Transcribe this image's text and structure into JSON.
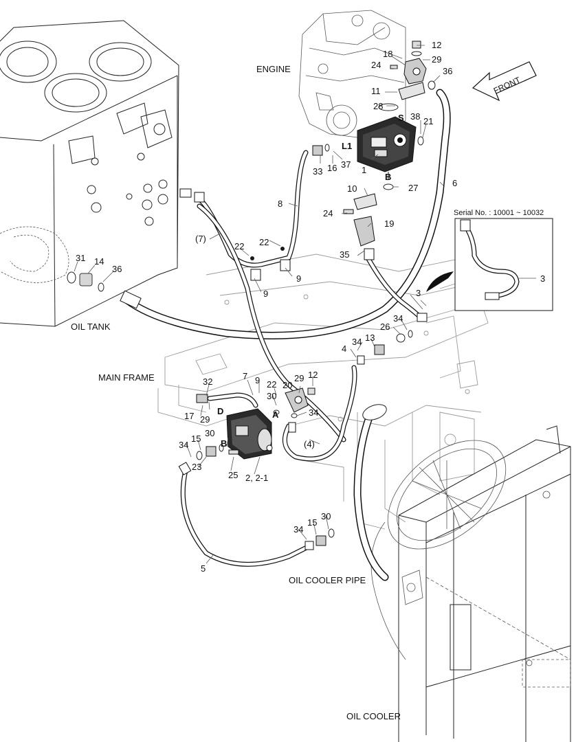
{
  "captions": {
    "engine": "ENGINE",
    "front": "FRONT",
    "oil_tank": "OIL TANK",
    "main_frame": "MAIN FRAME",
    "oil_cooler_pipe": "OIL COOLER PIPE",
    "oil_cooler": "OIL COOLER",
    "serial": "Serial No. : 10001 ~ 10032"
  },
  "ports": {
    "S": "S",
    "L1": "L1",
    "B_top": "B",
    "A": "A",
    "B_pump": "B",
    "D": "D"
  },
  "parts": [
    {
      "id": "n12a",
      "text": "12"
    },
    {
      "id": "n29a",
      "text": "29"
    },
    {
      "id": "n18",
      "text": "18"
    },
    {
      "id": "n24a",
      "text": "24"
    },
    {
      "id": "n36a",
      "text": "36"
    },
    {
      "id": "n11",
      "text": "11"
    },
    {
      "id": "n28",
      "text": "28"
    },
    {
      "id": "n38",
      "text": "38"
    },
    {
      "id": "n21",
      "text": "21"
    },
    {
      "id": "n33",
      "text": "33"
    },
    {
      "id": "n16",
      "text": "16"
    },
    {
      "id": "n37",
      "text": "37"
    },
    {
      "id": "n1",
      "text": "1"
    },
    {
      "id": "n27",
      "text": "27"
    },
    {
      "id": "n6",
      "text": "6"
    },
    {
      "id": "n10",
      "text": "10"
    },
    {
      "id": "n8",
      "text": "8"
    },
    {
      "id": "n24b",
      "text": "24"
    },
    {
      "id": "n19",
      "text": "19"
    },
    {
      "id": "n7p",
      "text": "(7)"
    },
    {
      "id": "n22a",
      "text": "22"
    },
    {
      "id": "n22b",
      "text": "22"
    },
    {
      "id": "n35",
      "text": "35"
    },
    {
      "id": "n31",
      "text": "31"
    },
    {
      "id": "n14",
      "text": "14"
    },
    {
      "id": "n36b",
      "text": "36"
    },
    {
      "id": "n9a",
      "text": "9"
    },
    {
      "id": "n9b",
      "text": "9"
    },
    {
      "id": "n3a",
      "text": "3"
    },
    {
      "id": "n3b",
      "text": "3"
    },
    {
      "id": "n26",
      "text": "26"
    },
    {
      "id": "n34a",
      "text": "34"
    },
    {
      "id": "n34b",
      "text": "34"
    },
    {
      "id": "n13",
      "text": "13"
    },
    {
      "id": "n4",
      "text": "4"
    },
    {
      "id": "n7",
      "text": "7"
    },
    {
      "id": "n9c",
      "text": "9"
    },
    {
      "id": "n22c",
      "text": "22"
    },
    {
      "id": "n29b",
      "text": "29"
    },
    {
      "id": "n12b",
      "text": "12"
    },
    {
      "id": "n32",
      "text": "32"
    },
    {
      "id": "n30a",
      "text": "30"
    },
    {
      "id": "n20",
      "text": "20"
    },
    {
      "id": "n17",
      "text": "17"
    },
    {
      "id": "n29c",
      "text": "29"
    },
    {
      "id": "n34c",
      "text": "34"
    },
    {
      "id": "n4p",
      "text": "(4)"
    },
    {
      "id": "n34d",
      "text": "34"
    },
    {
      "id": "n15a",
      "text": "15"
    },
    {
      "id": "n30b",
      "text": "30"
    },
    {
      "id": "n23",
      "text": "23"
    },
    {
      "id": "n25",
      "text": "25"
    },
    {
      "id": "n2",
      "text": "2, 2-1"
    },
    {
      "id": "n30c",
      "text": "30"
    },
    {
      "id": "n15b",
      "text": "15"
    },
    {
      "id": "n34e",
      "text": "34"
    },
    {
      "id": "n5",
      "text": "5"
    }
  ]
}
